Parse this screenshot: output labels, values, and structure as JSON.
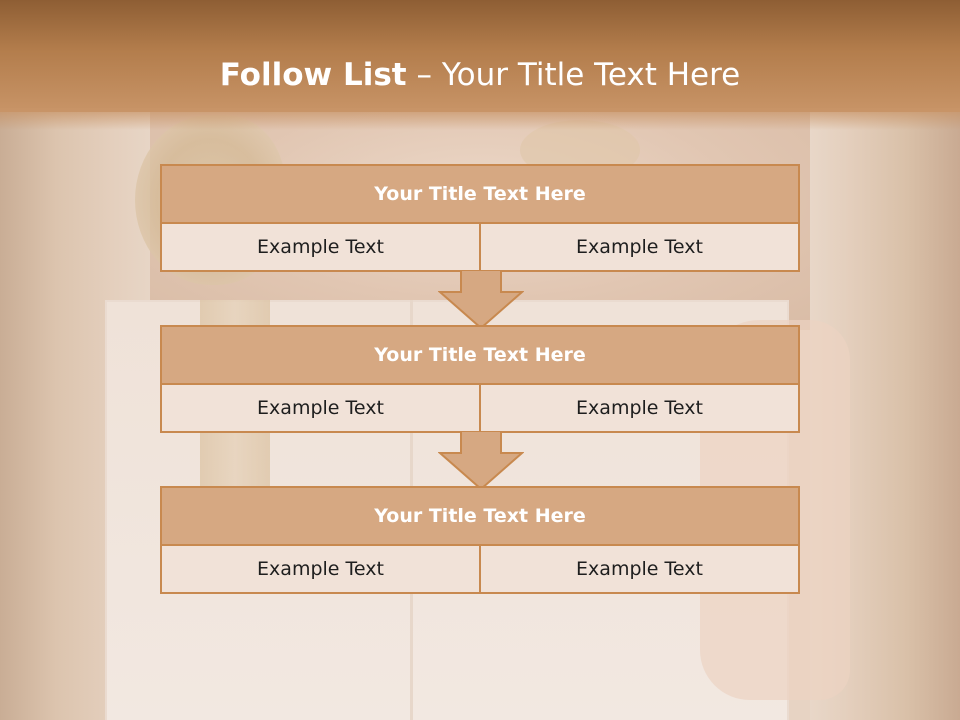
{
  "slide": {
    "title_bold": "Follow List",
    "title_rest": " – Your Title Text Here"
  },
  "blocks": [
    {
      "header": "Your Title Text Here",
      "cells": [
        "Example Text",
        "Example Text"
      ]
    },
    {
      "header": "Your Title Text Here",
      "cells": [
        "Example Text",
        "Example Text"
      ]
    },
    {
      "header": "Your Title Text Here",
      "cells": [
        "Example Text",
        "Example Text"
      ]
    }
  ],
  "colors": {
    "banner": "#b37d4c",
    "header_fill": "#d6a882",
    "border": "#c8894f",
    "cell_fill": "#f1e2d8",
    "arrow_fill": "#d6a882"
  }
}
